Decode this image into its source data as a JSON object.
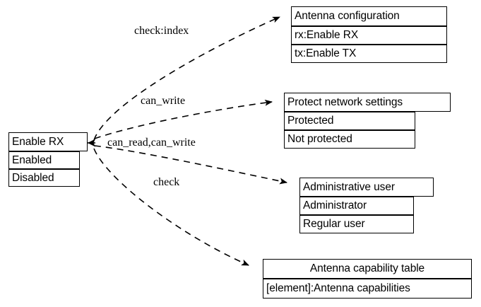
{
  "diagram": {
    "type": "entity-relationship-dashed-graph",
    "background_color": "#ffffff",
    "line_color": "#000000",
    "text_color": "#000000",
    "source_node": {
      "id": "enable-rx",
      "header": "Enable RX",
      "rows": [
        "Enabled",
        "Disabled"
      ]
    },
    "target_nodes": [
      {
        "id": "antenna-configuration",
        "header": "Antenna configuration",
        "rows": [
          "rx:Enable RX",
          "tx:Enable TX"
        ]
      },
      {
        "id": "protect-network-settings",
        "header": "Protect network settings",
        "rows": [
          "Protected",
          "Not protected"
        ]
      },
      {
        "id": "administrative-user",
        "header": "Administrative user",
        "rows": [
          "Administrator",
          "Regular user"
        ]
      },
      {
        "id": "antenna-capability-table",
        "header": "Antenna capability table",
        "rows": [
          "[element]:Antenna capabilities"
        ]
      }
    ],
    "edges": [
      {
        "id": "edge-check-index",
        "label": "check:index",
        "from": "enable-rx",
        "to": "antenna-configuration"
      },
      {
        "id": "edge-can-write",
        "label": "can_write",
        "from": "enable-rx",
        "to": "protect-network-settings"
      },
      {
        "id": "edge-can-read-can-write",
        "label": "can_read,can_write",
        "from": "enable-rx",
        "to": "administrative-user"
      },
      {
        "id": "edge-check",
        "label": "check",
        "from": "enable-rx",
        "to": "antenna-capability-table"
      }
    ]
  }
}
